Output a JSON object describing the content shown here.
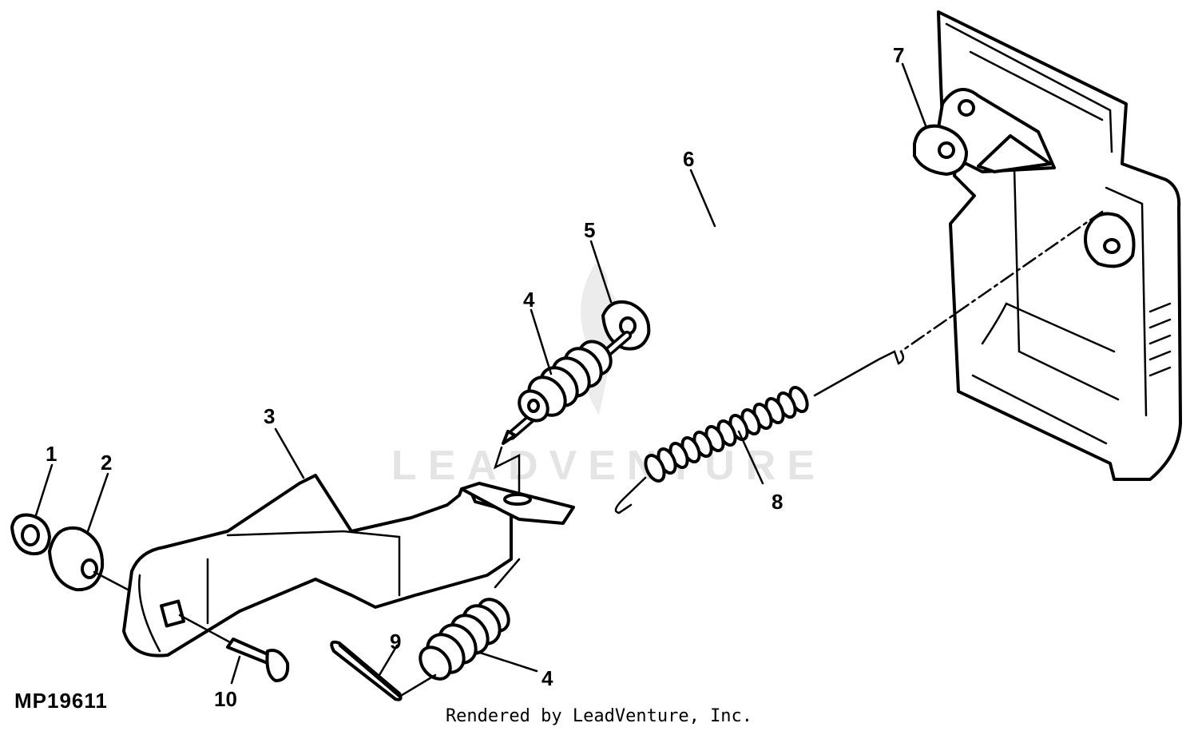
{
  "watermark": "LEADVENTURE",
  "figure_id": "MP19611",
  "footer": "Rendered by LeadVenture, Inc.",
  "callouts": [
    {
      "key": "c1",
      "label": "1"
    },
    {
      "key": "c2",
      "label": "2"
    },
    {
      "key": "c3",
      "label": "3"
    },
    {
      "key": "c4a",
      "label": "4"
    },
    {
      "key": "c4b",
      "label": "4"
    },
    {
      "key": "c5",
      "label": "5"
    },
    {
      "key": "c6",
      "label": "6"
    },
    {
      "key": "c7",
      "label": "7"
    },
    {
      "key": "c8",
      "label": "8"
    },
    {
      "key": "c9",
      "label": "9"
    },
    {
      "key": "c10",
      "label": "10"
    }
  ]
}
